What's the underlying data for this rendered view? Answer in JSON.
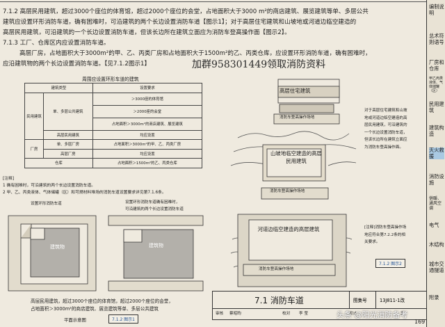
{
  "body": {
    "p712": "7.1.2  高层民用建筑，超过3000个座位的体育馆，超过2000个座位的会堂，占地面积大于3000 m²的商店建筑、展览建筑等单、多层公共",
    "p712b": "建筑应设置环形消防车道，确有困难时，可沿建筑的两个长边设置消防车道【图示1】；对于高层住宅建筑和山坡地或河道边临空建造的",
    "p712c": "高层民用建筑，可沿建筑的一个长边设置消防车道，但该长边所在建筑立面应为消防车登高操作面【图示2】。",
    "p713": "7.1.3  工厂、仓库区内应设置消防车道。",
    "p713a": "高层厂房，占地面积大于3000m²的甲、乙、丙类厂房和占地面积大于1500m²的乙、丙类仓库，应设置环形消防车道，确有困难时，",
    "p713b": "应沿建筑物的两个长边设置消防车道。【见7.1.2图示1】",
    "watermark": "加群958301449领取消防资料"
  },
  "table": {
    "title": "周围应设置环形车道的建筑",
    "col1": "建筑类型",
    "col2": "设置要求",
    "civil": "民用建筑",
    "multi": "单、多层公共建筑",
    "r1": "＞3000座的体育馆",
    "r2": "＞2000座的会堂",
    "r3": "占地面积＞3000m²的商店建筑、展览建筑",
    "high_civil": "高层民用建筑",
    "all": "均应设置",
    "plant": "厂房",
    "multi_plant": "单、多层厂房",
    "r5": "占地面积＞3000m²的甲、乙、丙类厂房",
    "high_plant": "高层厂房",
    "r6": "均应设置",
    "warehouse": "仓库",
    "r7": "占地面积＞1500m²的乙、丙类仓库"
  },
  "notes": {
    "head": "[注释]",
    "n1": "1 确有困难时，可沿建筑的两个长边设置消防车道。",
    "n2": "2 甲、乙、丙类液体、气体储罐（区）和可燃材料堆场的消防车道设置要求详见第7.1.6条。"
  },
  "fig1": {
    "label_top": "设置环形消防车道",
    "label_top2": "设置环形消防车道确有困难时，",
    "label_top3": "可沿建筑的两个长边设置消防车道",
    "building": "建筑物",
    "caption1": "高层民用建筑，超过3000个座位的体育馆，超过2000个座位的会堂，",
    "caption2": "占地面积＞3000m²的商店建筑、展览建筑等单、多层公共建筑",
    "plan": "平面示意图",
    "tag": "7.1.2 图示1"
  },
  "fig2": {
    "high_res": "高层住宅建筑",
    "platform": "消防车登高操作场地",
    "slope": "山坡地临空建造的高层民用建筑",
    "river": "河道边临空建造的高层建筑",
    "desc1": "对于高层住宅建筑和山坡",
    "desc2": "地或河道边临空建造的高",
    "desc3": "层民用建筑，可沿建筑的",
    "desc4": "一个长边设置消防车道，",
    "desc5": "但该长边所在建筑立面应",
    "desc6": "为消防车登高操作面。",
    "note1": "[注释]消防车登高操作场",
    "note2": "地应符合第7.2.2条的相",
    "note3": "关要求。",
    "tag": "7.1.2 图示2"
  },
  "titleblock": {
    "section": "7.1 消防车道",
    "atlas_label": "图集号",
    "atlas_no": "13J811-1改",
    "review": "审核",
    "reviewer": "蔡昭昀",
    "check": "校对",
    "checker": "李 莹",
    "design": "设计",
    "page_label": "页",
    "page_no": "169"
  },
  "sidebar": {
    "tabs": [
      "编制说明",
      "总术符则语号",
      "厂房和仓库",
      "甲乙丙类液体、气体储罐（区）",
      "民用建筑",
      "建筑构造",
      "灭火救援",
      "消防设施",
      "供暖、通风空调",
      "电气",
      "木结构",
      "城市交通隧道",
      "附录"
    ]
  },
  "footer": {
    "credit": "头条 @阳光消防备考"
  }
}
